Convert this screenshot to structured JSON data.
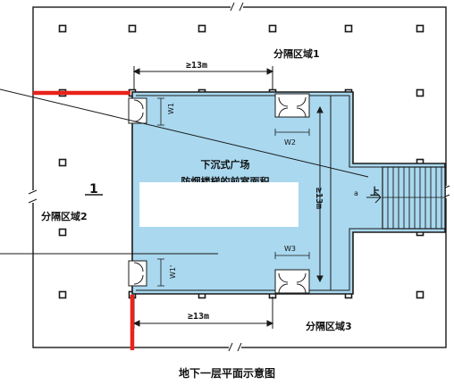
{
  "zones": {
    "zone1": "分隔区域1",
    "zone2": "分隔区域2",
    "zone3": "分隔区域3"
  },
  "plaza": {
    "title": "下沉式广场",
    "subtitle": "防烟楼梯的前室面积"
  },
  "dimensions": {
    "top_width": "≥13m",
    "bottom_width": "≥13m",
    "height": "≥13m"
  },
  "labels": {
    "w1": "W1",
    "w2": "W2",
    "w3": "W3",
    "w1_prime": "W1'",
    "stair_up": "上",
    "stair_a": "a",
    "number_one": "1"
  },
  "caption": "地下一层平面示意图",
  "colors": {
    "plaza_fill": "#a9d8ef",
    "fire_wall": "#e8231a",
    "lines": "#1a1a1a"
  }
}
